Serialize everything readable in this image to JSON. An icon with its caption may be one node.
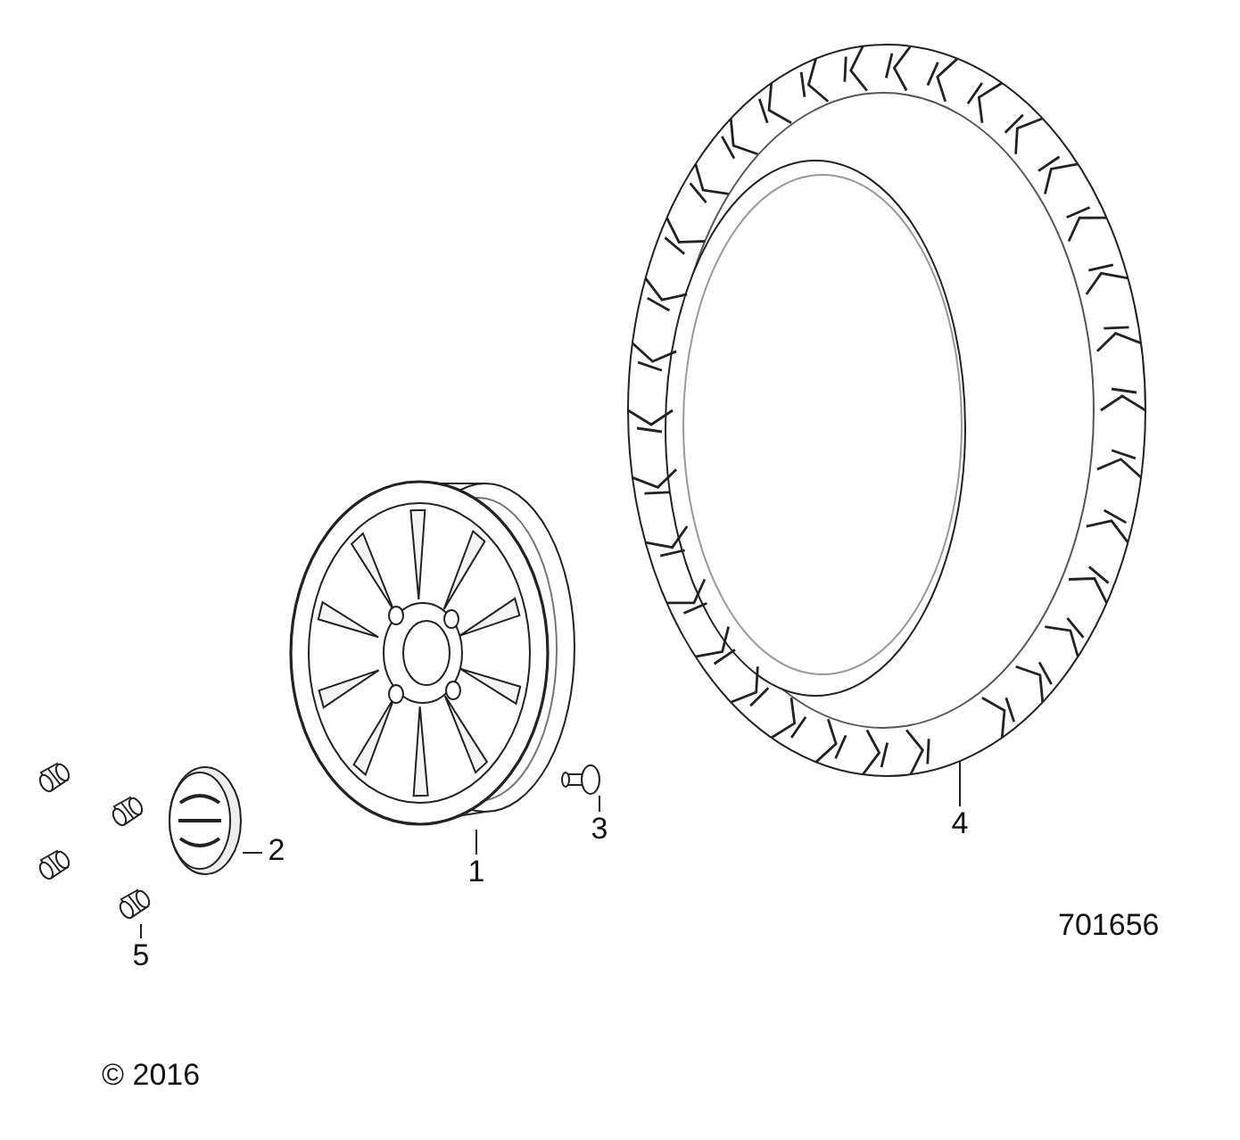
{
  "diagram": {
    "nodes": [
      {
        "text": [
          "1"
        ]
      },
      {
        "text": [
          "2"
        ]
      },
      {
        "text": [
          "3"
        ]
      },
      {
        "text": [
          "4"
        ]
      },
      {
        "text": [
          "5"
        ]
      },
      {
        "text": [],
        "shape": "picture"
      },
      {
        "text": [],
        "shape": "picture"
      },
      {
        "text": [],
        "shape": "picture"
      },
      {
        "text": [],
        "shape": "picture"
      },
      {
        "text": [],
        "shape": "picture"
      }
    ],
    "edges": [
      {
        "from": 0,
        "to": 5,
        "arrow": "none"
      },
      {
        "from": 1,
        "to": 6,
        "arrow": "none"
      },
      {
        "from": 2,
        "to": 7,
        "arrow": "none"
      },
      {
        "from": 3,
        "to": 8,
        "arrow": "none"
      },
      {
        "from": 4,
        "to": 9,
        "arrow": "none"
      }
    ],
    "labels": [
      "701656",
      "© 2016"
    ]
  }
}
